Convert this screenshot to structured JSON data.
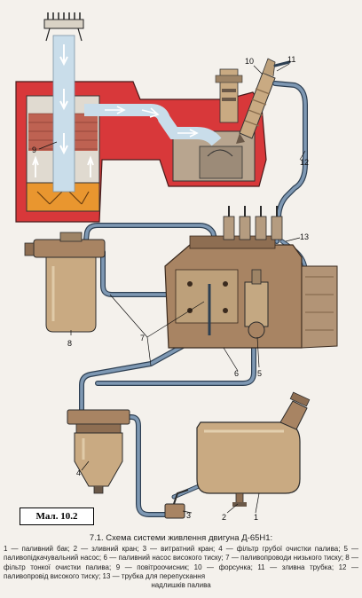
{
  "figure_label": "Мал. 10.2",
  "caption": {
    "title": "7.1. Схема системи живлення двигуна Д-65Н1:",
    "body": "1 — паливний бак; 2 — зливний кран; 3 — витратний кран; 4 — фільтр грубої очистки палива; 5 — паливопідкачувальний насос; 6 — паливний насос високого тиску; 7 — паливопроводи низького тиску; 8 — фільтр тонкої очистки палива; 9 — повітроочисник; 10 — форсунка; 11 — зливна трубка; 12 — паливопровід високого тиску; 13 — трубка для перепускання",
    "last_line": "надлишків палива"
  },
  "callouts": {
    "n1": "1",
    "n2": "2",
    "n3": "3",
    "n4": "4",
    "n5": "5",
    "n6": "6",
    "n7": "7",
    "n8": "8",
    "n9": "9",
    "n10": "10",
    "n11": "11",
    "n12": "12",
    "n13": "13"
  },
  "colors": {
    "fuel_pipe": "#7e98b3",
    "pipe_outline": "#2d3f52",
    "engine_red": "#d8383a",
    "air_flow": "#c9ddea",
    "part_tan": "#c9aa82",
    "pump_brown": "#a88463",
    "oil_orange": "#e9962f",
    "background": "#f4f1ec"
  }
}
